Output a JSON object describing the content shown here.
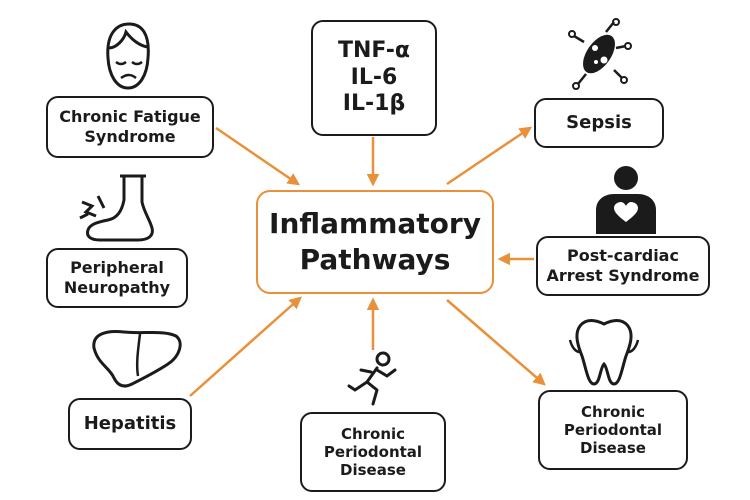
{
  "center": {
    "line1": "Inflammatory",
    "line2": "Pathways"
  },
  "accent_color": "#e8913a",
  "nodes": {
    "cytokines": {
      "lines": [
        "TNF-α",
        "IL-6",
        "IL-1β"
      ]
    },
    "chronic_fatigue": {
      "lines": [
        "Chronic Fatigue",
        "Syndrome"
      ],
      "icon": "tired-face-icon"
    },
    "peripheral_neuropathy": {
      "lines": [
        "Peripheral",
        "Neuropathy"
      ],
      "icon": "foot-pain-icon"
    },
    "hepatitis": {
      "lines": [
        "Hepatitis"
      ],
      "icon": "liver-icon"
    },
    "bottom_periodontal": {
      "lines": [
        "Chronic",
        "Periodontal",
        "Disease"
      ],
      "icon": "running-person-icon"
    },
    "sepsis": {
      "lines": [
        "Sepsis"
      ],
      "icon": "bacteria-icon"
    },
    "post_cardiac": {
      "lines": [
        "Post-cardiac",
        "Arrest Syndrome"
      ],
      "icon": "person-heart-icon"
    },
    "right_periodontal": {
      "lines": [
        "Chronic",
        "Periodontal",
        "Disease"
      ],
      "icon": "tooth-icon"
    }
  }
}
